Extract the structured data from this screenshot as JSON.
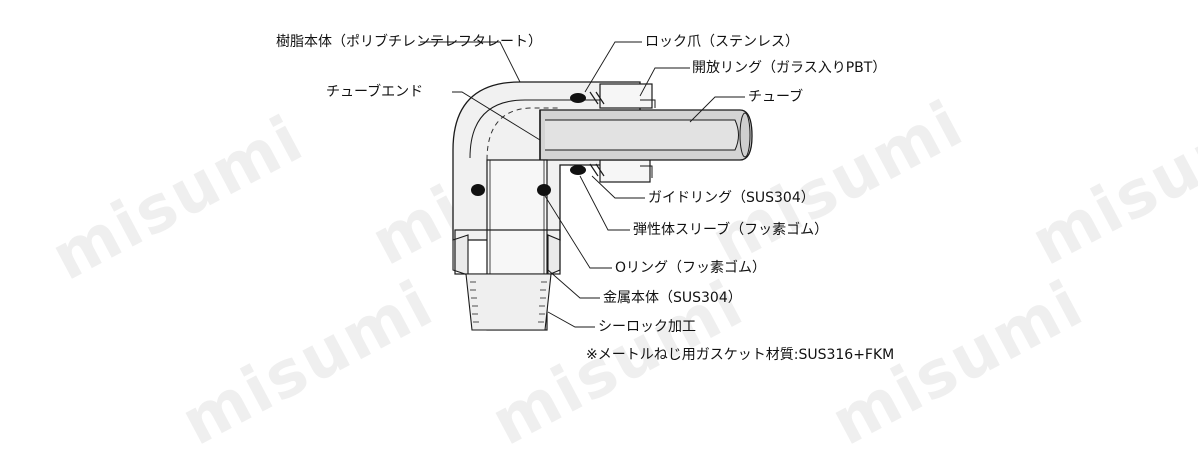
{
  "watermark": "misumi",
  "labels": {
    "body_resin": "樹脂本体（ポリブチレンテレフタレート）",
    "lock_claw": "ロック爪（ステンレス）",
    "release_ring": "開放リング（ガラス入りPBT）",
    "tube": "チューブ",
    "tube_end": "チューブエンド",
    "guide_ring": "ガイドリング（SUS304）",
    "elastomer_sleeve": "弾性体スリーブ（フッ素ゴム）",
    "o_ring": "Oリング（フッ素ゴム）",
    "metal_body": "金属本体（SUS304）",
    "seal_lock": "シーロック加工",
    "gasket_note": "※メートルねじ用ガスケット材質:SUS316+FKM"
  },
  "colors": {
    "line": "#1a1a1a",
    "fill_light": "#eeeeee",
    "fill_tube": "#d6d6d6",
    "fill_dark": "#111111"
  }
}
